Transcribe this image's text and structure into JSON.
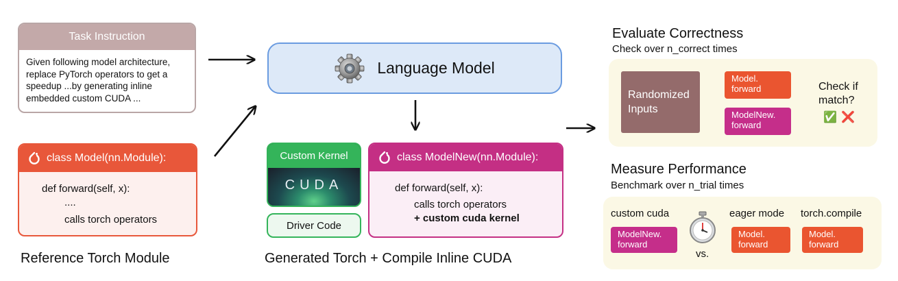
{
  "task_instruction": {
    "title": "Task Instruction",
    "lines": [
      "Given following model architecture,",
      "replace PyTorch operators to get a",
      "speedup ...by generating inline",
      "embedded custom CUDA ..."
    ]
  },
  "reference": {
    "header": "class Model(nn.Module):",
    "code": [
      "def forward(self, x):",
      "....",
      "calls torch operators"
    ],
    "caption": "Reference Torch Module"
  },
  "language_model": {
    "label": "Language Model"
  },
  "custom_kernel": {
    "header": "Custom Kernel",
    "image_text": "CUDA"
  },
  "driver_code": {
    "label": "Driver Code"
  },
  "generated": {
    "header": "class ModelNew(nn.Module):",
    "code": [
      "def forward(self, x):",
      "calls torch operators",
      "+ custom cuda kernel"
    ],
    "caption": "Generated Torch + Compile Inline CUDA"
  },
  "evaluate": {
    "title": "Evaluate Correctness",
    "subtitle": "Check over n_correct times",
    "inputs_label": "Randomized Inputs",
    "model_forward": "Model. forward",
    "modelnew_forward": "ModelNew. forward",
    "check_label": "Check if match?",
    "check_mark": "✅",
    "cross_mark": "❌"
  },
  "performance": {
    "title": "Measure Performance",
    "subtitle": "Benchmark over n_trial times",
    "custom_label": "custom cuda",
    "custom_chip": "ModelNew. forward",
    "vs_label": "vs.",
    "eager_label": "eager mode",
    "eager_chip": "Model. forward",
    "compile_label": "torch.compile",
    "compile_chip": "Model. forward"
  },
  "colors": {
    "reference": "#e8573a",
    "generated": "#c42f84",
    "kernel": "#34b45a",
    "language_model_fill": "#dde9f8",
    "language_model_border": "#6a9be0",
    "task_header": "#c3a9a9",
    "panel": "#fbf8e5",
    "randomized": "#946b6b"
  }
}
